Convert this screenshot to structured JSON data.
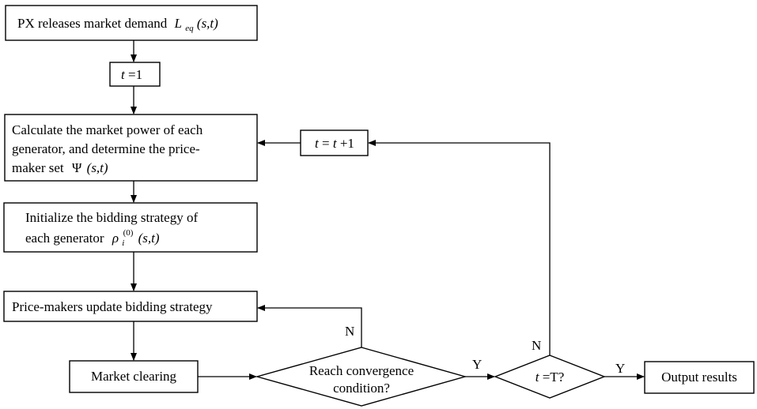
{
  "diagram": {
    "nodes": {
      "px_release": {
        "text": "PX releases market demand",
        "symbol": "L",
        "sub": "eq",
        "args": "(s,t)"
      },
      "t_init": {
        "var": "t",
        "text": "=1"
      },
      "calc_power": {
        "line1": "Calculate the market power of each",
        "line2": "generator, and determine the price-",
        "line3": "maker set",
        "symbol": "Ψ",
        "args": "(s,t)"
      },
      "t_increment": {
        "var1": "t",
        "eq": "=",
        "var2": "t",
        "rest": "+1"
      },
      "initialize": {
        "line1": "Initialize the bidding strategy of",
        "line2": "each generator",
        "symbol": "ρ",
        "sub": "i",
        "sup": "(0)",
        "args": "(s,t)"
      },
      "update": {
        "text": "Price-makers update bidding strategy"
      },
      "clearing": {
        "text": "Market clearing"
      },
      "convergence": {
        "line1": "Reach convergence",
        "line2": "condition?"
      },
      "t_check": {
        "var": "t",
        "text": "=T?"
      },
      "output": {
        "text": "Output results"
      }
    },
    "edge_labels": {
      "conv_no": "N",
      "conv_yes": "Y",
      "tcheck_no": "N",
      "tcheck_yes": "Y"
    }
  }
}
